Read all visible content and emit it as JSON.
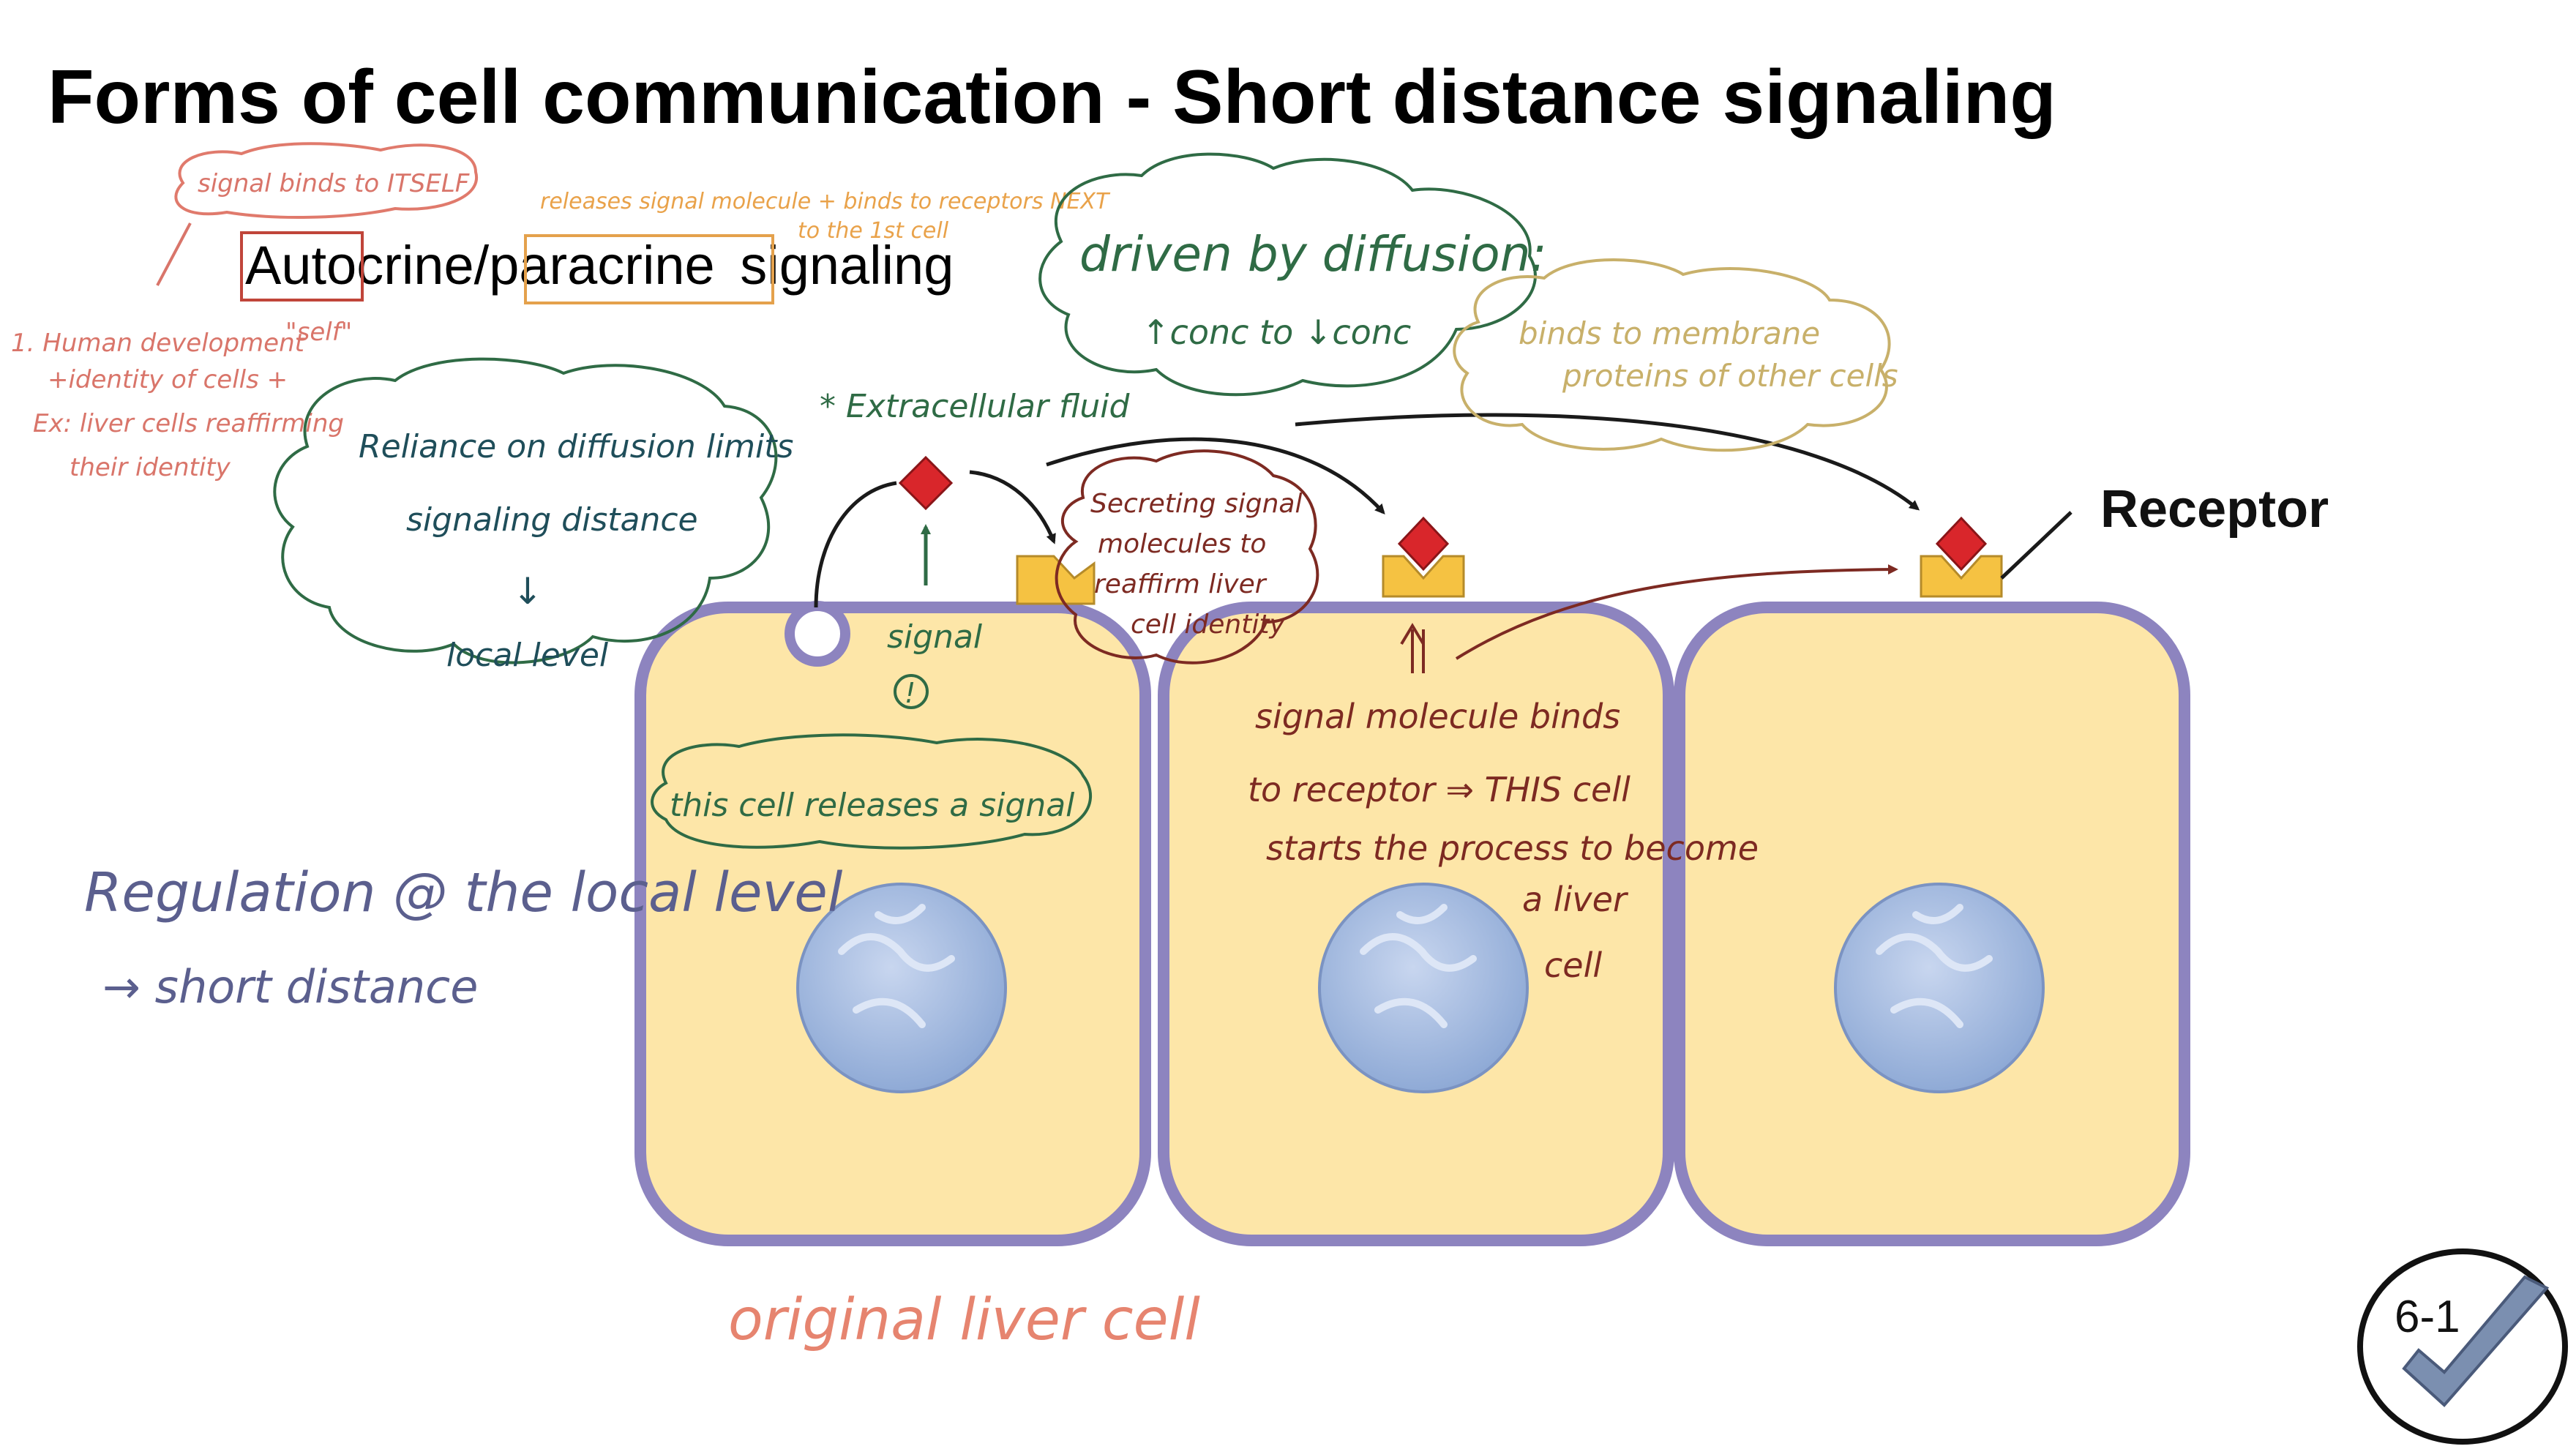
{
  "slide": {
    "title": "Forms of cell communication - Short distance signaling",
    "subtitle_autocrine": "Autocrine",
    "subtitle_sep": "/",
    "subtitle_paracrine": "paracrine",
    "subtitle_tail": "signaling",
    "receptor_label": "Receptor",
    "page_badge": "6-1"
  },
  "notes": {
    "self_binds": "signal binds to ITSELF",
    "paracrine_def_1": "releases signal molecule + binds to receptors NEXT",
    "paracrine_def_2": "to the 1st cell",
    "diffusion_title": "driven by diffusion:",
    "diffusion_sub": "↑conc to ↓conc",
    "membrane_1": "binds to membrane",
    "membrane_2": "proteins of other cells",
    "human_dev_1": "1. Human development",
    "human_dev_self": "\"self\"",
    "human_dev_2": "+identity of cells +",
    "human_dev_3": "Ex: liver cells reaffirming",
    "human_dev_4": "their identity",
    "extracellular": "* Extracellular fluid",
    "reliance_1": "Reliance on diffusion limits",
    "reliance_2": "signaling distance",
    "reliance_arrow": "↓",
    "reliance_3": "local level",
    "signal_1": "signal",
    "signal_2": "!",
    "secreting_1": "Secreting signal",
    "secreting_2": "molecules to",
    "secreting_3": "reaffirm liver",
    "secreting_4": "cell identity",
    "releases": "this cell releases a signal",
    "binds_1": "signal molecule binds",
    "binds_2": "to receptor ⇒ THIS cell",
    "binds_3": "starts the process to become",
    "binds_4": "a liver",
    "binds_5": "cell",
    "regulation_1": "Regulation @ the local level",
    "regulation_2": "→ short distance",
    "original": "original liver cell"
  },
  "colors": {
    "cell_fill": "#fde6a8",
    "cell_border": "#8d84bf",
    "nucleus": "#a7bde0",
    "signal": "#d9262b",
    "receptor": "#f5c242",
    "green_ink": "#2f6b45",
    "red_ink": "#d9756a",
    "orange_ink": "#e9a24a",
    "maroon_ink": "#7d2a22",
    "tan_ink": "#c8b06a",
    "purple_ink": "#5b5f8e"
  }
}
